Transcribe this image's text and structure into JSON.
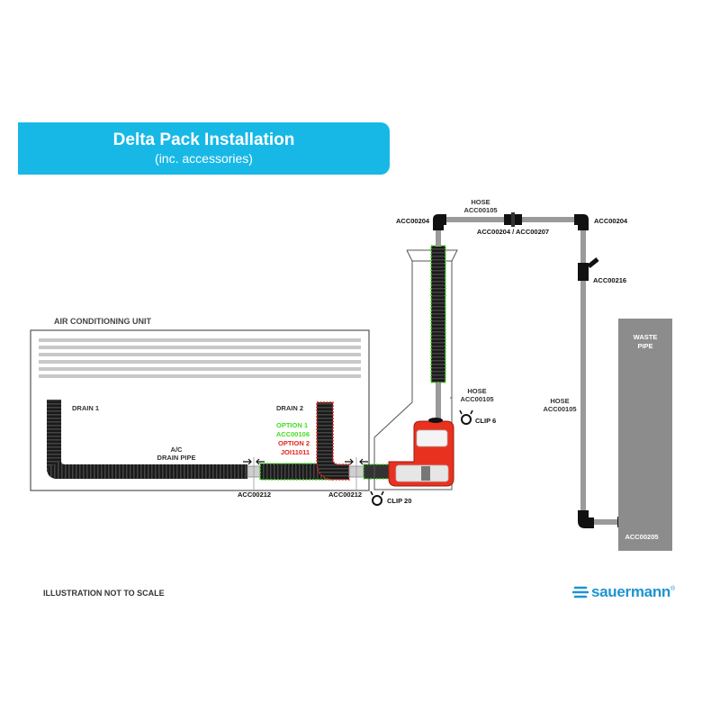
{
  "header": {
    "title": "Delta Pack Installation",
    "subtitle": "(inc. accessories)",
    "color": "#17b8e6"
  },
  "diagram": {
    "ac_unit_label": "AIR CONDITIONING UNIT",
    "drain1": "DRAIN 1",
    "drain2": "DRAIN 2",
    "ac_pipe_line1": "A/C",
    "ac_pipe_line2": "DRAIN PIPE",
    "option1": "OPTION 1",
    "option1_code": "ACC00106",
    "option2": "OPTION 2",
    "option2_code": "JOI11011",
    "acc00212_left": "ACC00212",
    "acc00212_right": "ACC00212",
    "clip20": "CLIP 20",
    "clip6": "CLIP 6",
    "hose_mid_line1": "HOSE",
    "hose_mid_line2": "ACC00105",
    "hose_top_line1": "HOSE",
    "hose_top_line2": "ACC00105",
    "hose_right_line1": "HOSE",
    "hose_right_line2": "ACC00105",
    "acc00204_left": "ACC00204",
    "acc00204_right": "ACC00204",
    "acc_joint": "ACC00204 / ACC00207",
    "acc00216": "ACC00216",
    "waste_line1": "WASTE",
    "waste_line2": "PIPE",
    "acc00205": "ACC00205",
    "colors": {
      "green": "#44dd22",
      "red": "#e3241b",
      "pump_red": "#e8321f",
      "hose_grey": "#9a9a9a",
      "waste_grey": "#8c8c8c"
    }
  },
  "footer": {
    "note": "ILLUSTRATION NOT TO SCALE",
    "brand": "sauermann",
    "reg": "®",
    "brand_icon": "sauermann-logo-icon"
  }
}
